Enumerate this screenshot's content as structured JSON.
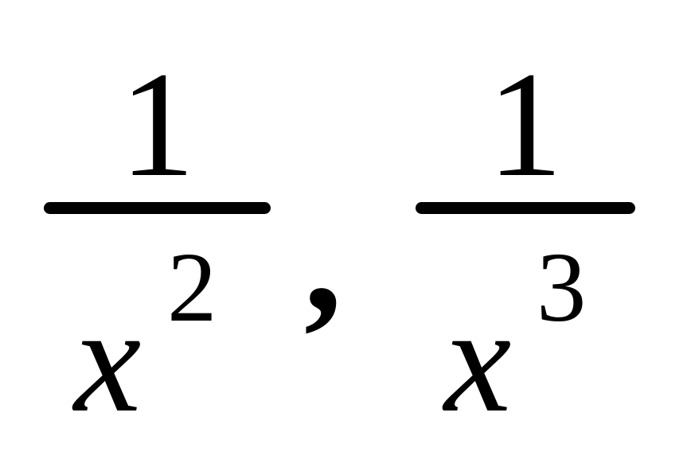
{
  "expression": {
    "fraction_1": {
      "numerator": "1",
      "variable": "x",
      "exponent": "2"
    },
    "separator": ",",
    "fraction_2": {
      "numerator": "1",
      "variable": "x",
      "exponent": "3"
    }
  }
}
